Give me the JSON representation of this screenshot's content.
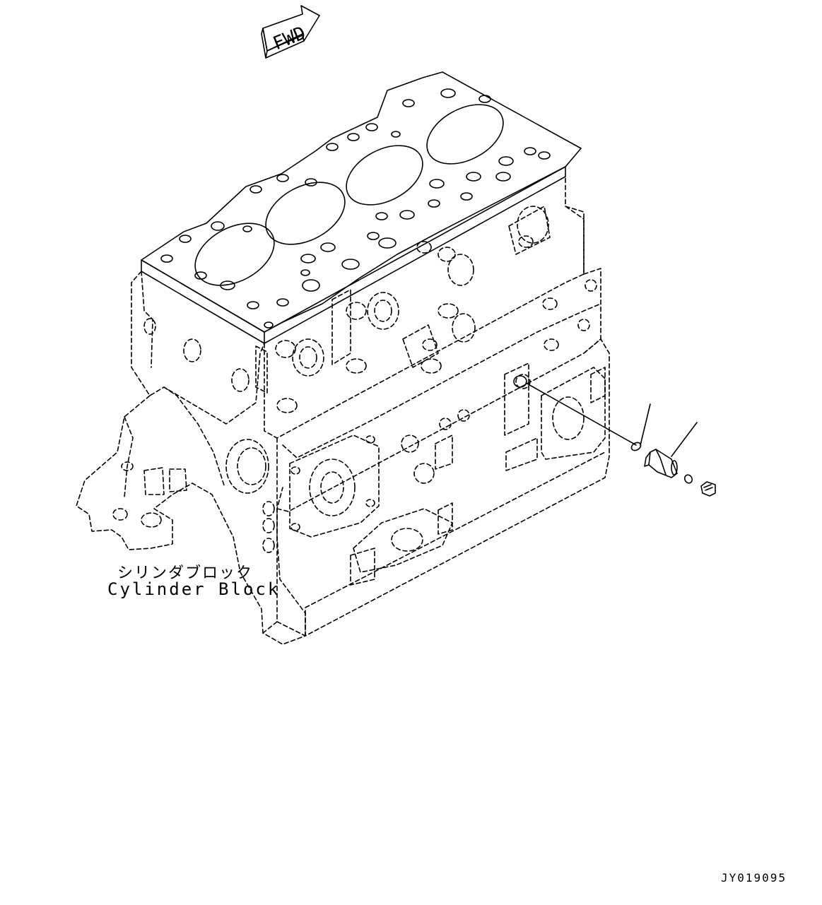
{
  "direction_marker": {
    "text": "FWD"
  },
  "part_label": {
    "jp": "シリンダブロック",
    "en": "Cylinder Block"
  },
  "drawing_code": "JY019095",
  "callouts": [
    {
      "id": "leader-1"
    },
    {
      "id": "leader-2"
    }
  ]
}
